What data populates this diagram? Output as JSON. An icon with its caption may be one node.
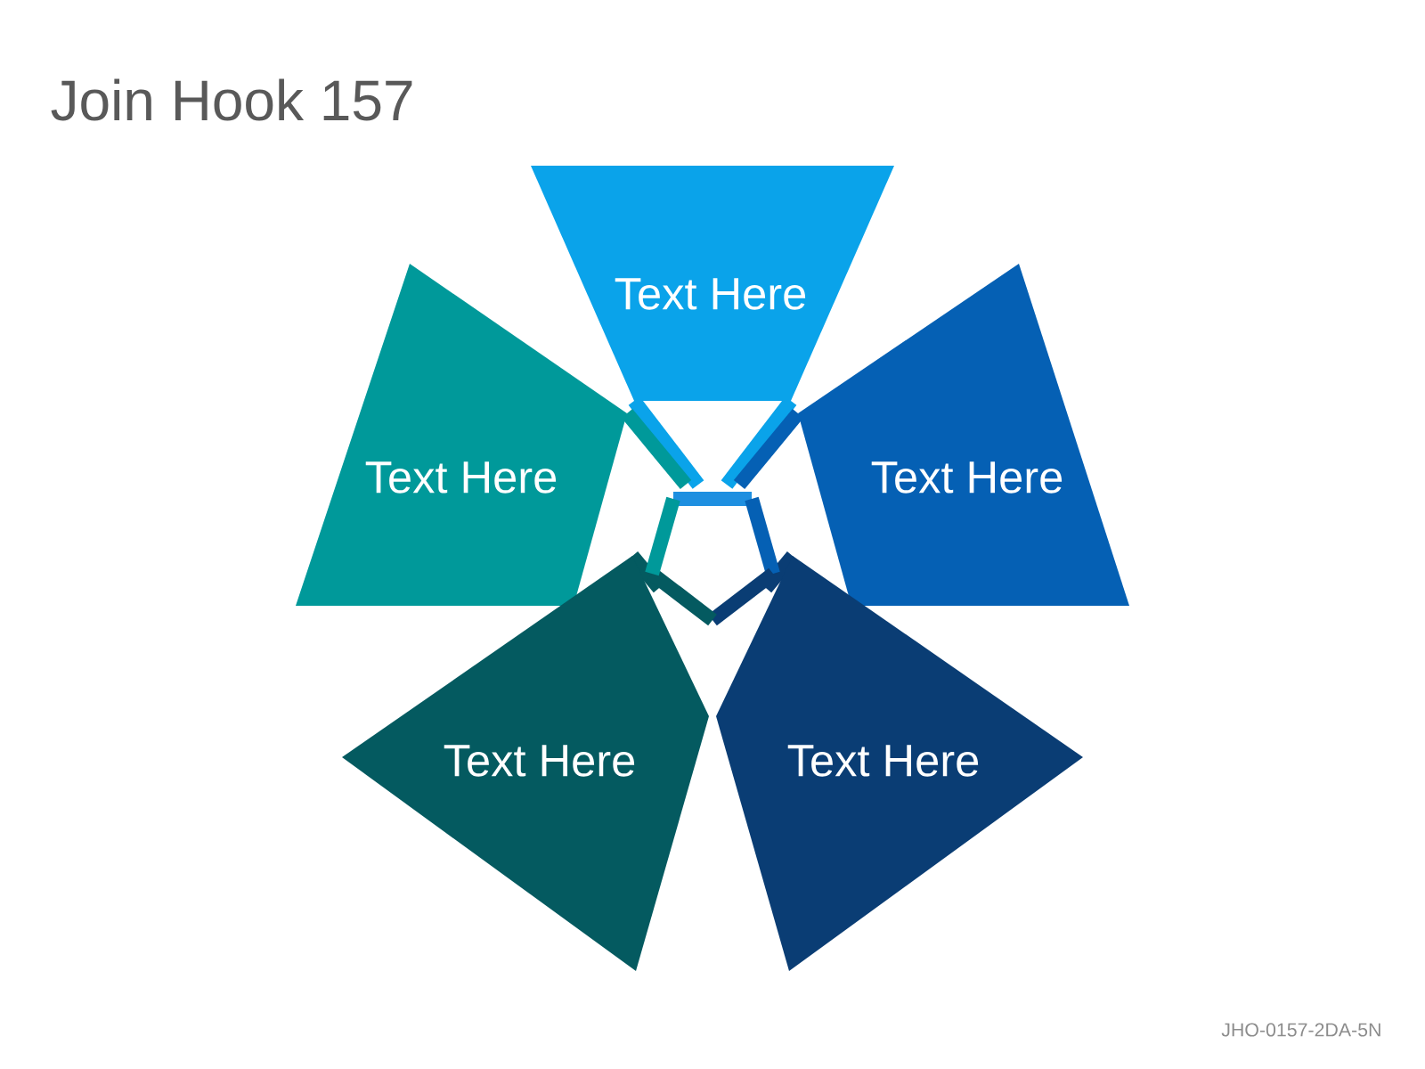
{
  "diagram": {
    "title": "Join Hook 157",
    "nodes": [
      {
        "text": [
          "Text Here"
        ]
      },
      {
        "text": [
          "Text Here"
        ]
      },
      {
        "text": [
          "Text Here"
        ]
      },
      {
        "text": [
          "Text Here"
        ]
      },
      {
        "text": [
          "Text Here"
        ]
      }
    ],
    "labels": [
      "JHO-0157-2DA-5N"
    ]
  }
}
